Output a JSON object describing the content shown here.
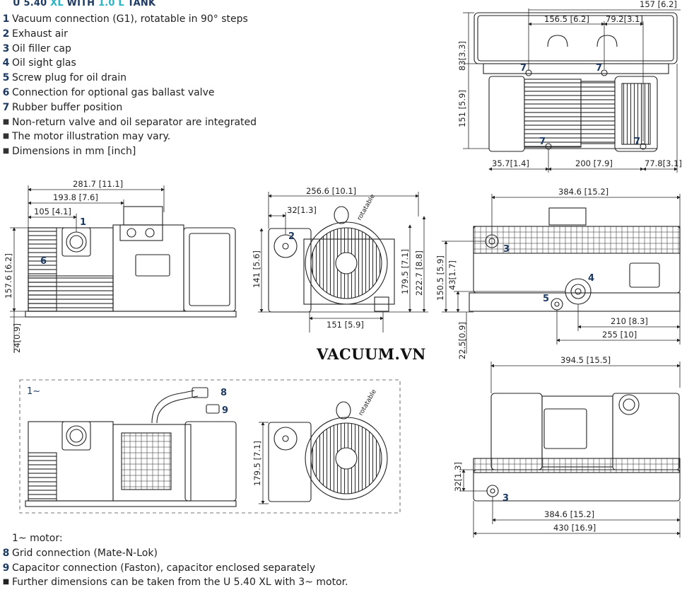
{
  "header": {
    "title_pre": "U 5.40 ",
    "title_xl": "XL",
    "title_mid": " WITH ",
    "title_tank": "1.0 L",
    "title_post": " TANK"
  },
  "legend": [
    {
      "num": "1",
      "text": "Vacuum connection (G1), rotatable in 90° steps"
    },
    {
      "num": "2",
      "text": "Exhaust air"
    },
    {
      "num": "3",
      "text": "Oil filler cap"
    },
    {
      "num": "4",
      "text": "Oil sight glas"
    },
    {
      "num": "5",
      "text": "Screw plug for oil drain"
    },
    {
      "num": "6",
      "text": "Connection for optional gas ballast valve"
    },
    {
      "num": "7",
      "text": "Rubber buffer position"
    }
  ],
  "notes": [
    "Non-return valve and oil separator are integrated",
    "The motor illustration may vary.",
    "Dimensions in mm [inch]"
  ],
  "watermark": "VACUUM.VN",
  "motor_section": {
    "label": "1~",
    "heading": "1~ motor:",
    "items": [
      {
        "num": "8",
        "text": "Grid connection (Mate-N-Lok)"
      },
      {
        "num": "9",
        "text": "Capacitor connection (Faston), capacitor enclosed separately"
      }
    ],
    "note": "Further dimensions can be taken from the U 5.40 XL with 3~ motor."
  },
  "rotatable_label": "rotatable",
  "dimensions": {
    "top_view": {
      "d157": "157 [6.2]",
      "d156": "156.5 [6.2]",
      "d79": "79.2[3.1]",
      "d83": "83[3.3]",
      "d151": "151 [5.9]",
      "d35": "35.7[1.4]",
      "d200": "200 [7.9]",
      "d77": "77.8[3.1]"
    },
    "side_view": {
      "d281": "281.7 [11.1]",
      "d193": "193.8 [7.6]",
      "d105": "105 [4.1]",
      "d157": "157.6 [6.2]",
      "d24": "24[0.9]"
    },
    "front_view": {
      "d256": "256.6 [10.1]",
      "d32": "32[1.3]",
      "d141": "141 [5.6]",
      "d179": "179.5 [7.1]",
      "d222": "222.7 [8.8]",
      "d151": "151 [5.9]"
    },
    "tank_side": {
      "d384": "384.6 [15.2]",
      "d150": "150.5 [5.9]",
      "d43": "43[1.7]",
      "d22": "22.5[0.9]",
      "d210": "210 [8.3]",
      "d255": "255 [10]"
    },
    "tank_top": {
      "d394": "394.5 [15.5]",
      "d32": "32[1.3]",
      "d384": "384.6 [15.2]",
      "d430": "430 [16.9]"
    },
    "motor_front": {
      "d179": "179.5 [7.1]"
    }
  },
  "callouts": {
    "c1": "1",
    "c2": "2",
    "c3": "3",
    "c4": "4",
    "c5": "5",
    "c6": "6",
    "c7": "7",
    "c8": "8",
    "c9": "9"
  },
  "colors": {
    "brand_dark": "#1d3a63",
    "brand_accent": "#2bb3c6"
  }
}
